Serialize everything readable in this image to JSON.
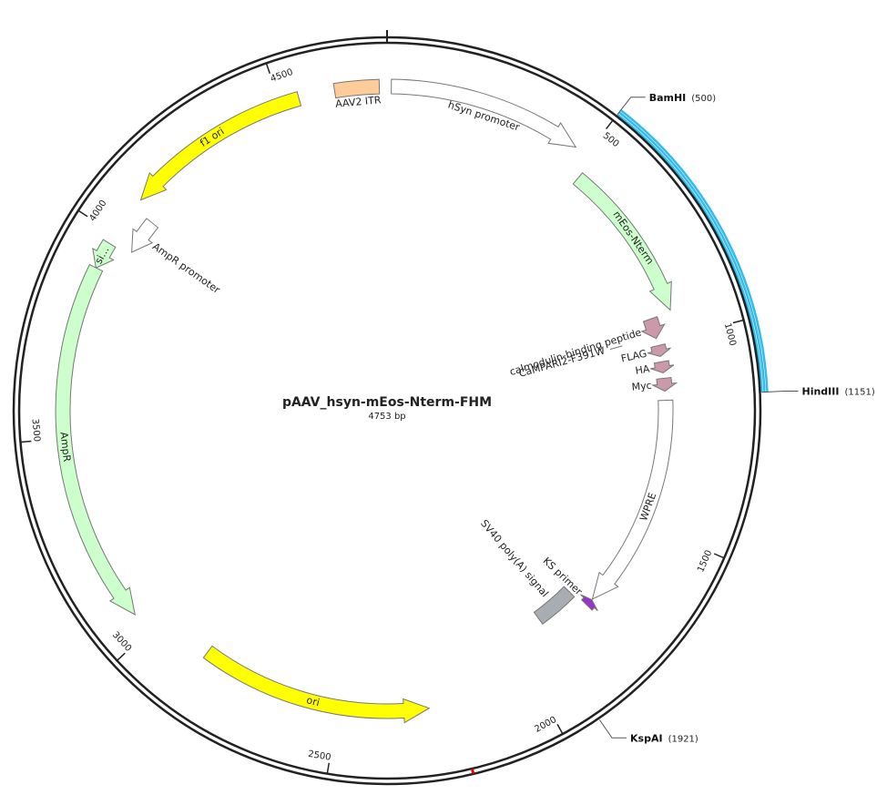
{
  "plasmid": {
    "name": "pAAV_hsyn-mEos-Nterm-FHM",
    "size_label": "4753 bp",
    "length": 4753
  },
  "ticks": [
    {
      "pos": 500,
      "label": "500"
    },
    {
      "pos": 1000,
      "label": "1000"
    },
    {
      "pos": 1500,
      "label": "1500"
    },
    {
      "pos": 2000,
      "label": "2000"
    },
    {
      "pos": 2500,
      "label": "2500"
    },
    {
      "pos": 3000,
      "label": "3000"
    },
    {
      "pos": 3500,
      "label": "3500"
    },
    {
      "pos": 4000,
      "label": "4000"
    },
    {
      "pos": 4500,
      "label": "4500"
    }
  ],
  "features": [
    {
      "id": "aav2-itr",
      "label": "AAV2 ITR",
      "start": 4630,
      "end": 4735,
      "strand": 0,
      "color": "#ffcc99",
      "track": 0
    },
    {
      "id": "hsyn-promoter",
      "label": "hSyn promoter",
      "start": 10,
      "end": 470,
      "strand": 1,
      "color": "#ffffff",
      "track": 0
    },
    {
      "id": "mEos-nterm",
      "label": "mEos-Nterm",
      "start": 520,
      "end": 930,
      "strand": 1,
      "color": "#ccffcc",
      "track": 1
    },
    {
      "id": "calmodulin-peptide",
      "label": "calmodulin-binding peptide",
      "start": 935,
      "end": 990,
      "strand": 1,
      "color": "#cc99aa",
      "track": 2
    },
    {
      "id": "flag-tag",
      "label": "FLAG",
      "start": 1010,
      "end": 1040,
      "strand": 1,
      "color": "#cc99aa",
      "track": 2
    },
    {
      "id": "ha-tag",
      "label": "HA",
      "start": 1055,
      "end": 1085,
      "strand": 1,
      "color": "#cc99aa",
      "track": 2
    },
    {
      "id": "myc-tag",
      "label": "Myc",
      "start": 1100,
      "end": 1135,
      "strand": 1,
      "color": "#cc99aa",
      "track": 2
    },
    {
      "id": "wpre",
      "label": "WPRE",
      "start": 1160,
      "end": 1750,
      "strand": 1,
      "color": "#ffffff",
      "track": 2
    },
    {
      "id": "ks-primer",
      "label": "KS primer",
      "start": 1752,
      "end": 1772,
      "strand": -1,
      "color": "#9933cc",
      "track": 2
    },
    {
      "id": "sv40-polya",
      "label": "SV40 poly(A) signal",
      "start": 1780,
      "end": 1900,
      "strand": 0,
      "color": "#a8adb3",
      "track": 3
    },
    {
      "id": "ori",
      "label": "ori",
      "start": 2270,
      "end": 2860,
      "strand": -1,
      "color": "#ffff00",
      "track": 1
    },
    {
      "id": "ampr",
      "label": "AmpR",
      "start": 3050,
      "end": 3910,
      "strand": -1,
      "color": "#ccffcc",
      "track": 0
    },
    {
      "id": "signal-seq",
      "label": "si…",
      "start": 3910,
      "end": 3975,
      "strand": -1,
      "color": "#ccffcc",
      "track": 0
    },
    {
      "id": "ampr-promoter",
      "label": "AmpR promoter",
      "start": 3985,
      "end": 4075,
      "strand": -1,
      "color": "#ffffff",
      "track": 1
    },
    {
      "id": "f1-ori",
      "label": "f1 ori",
      "start": 4100,
      "end": 4545,
      "strand": -1,
      "color": "#ffff00",
      "track": 0
    }
  ],
  "inner_label": {
    "label": "CaMPARI2-F391W"
  },
  "highlight": {
    "start": 500,
    "end": 1151,
    "color": "#33bbee"
  },
  "marker": {
    "pos": 2200,
    "color": "#dd0000"
  },
  "sites": [
    {
      "name": "BamHI",
      "pos": 500,
      "pos_label": "(500)"
    },
    {
      "name": "HindIII",
      "pos": 1151,
      "pos_label": "(1151)"
    },
    {
      "name": "KspAI",
      "pos": 1921,
      "pos_label": "(1921)"
    }
  ]
}
